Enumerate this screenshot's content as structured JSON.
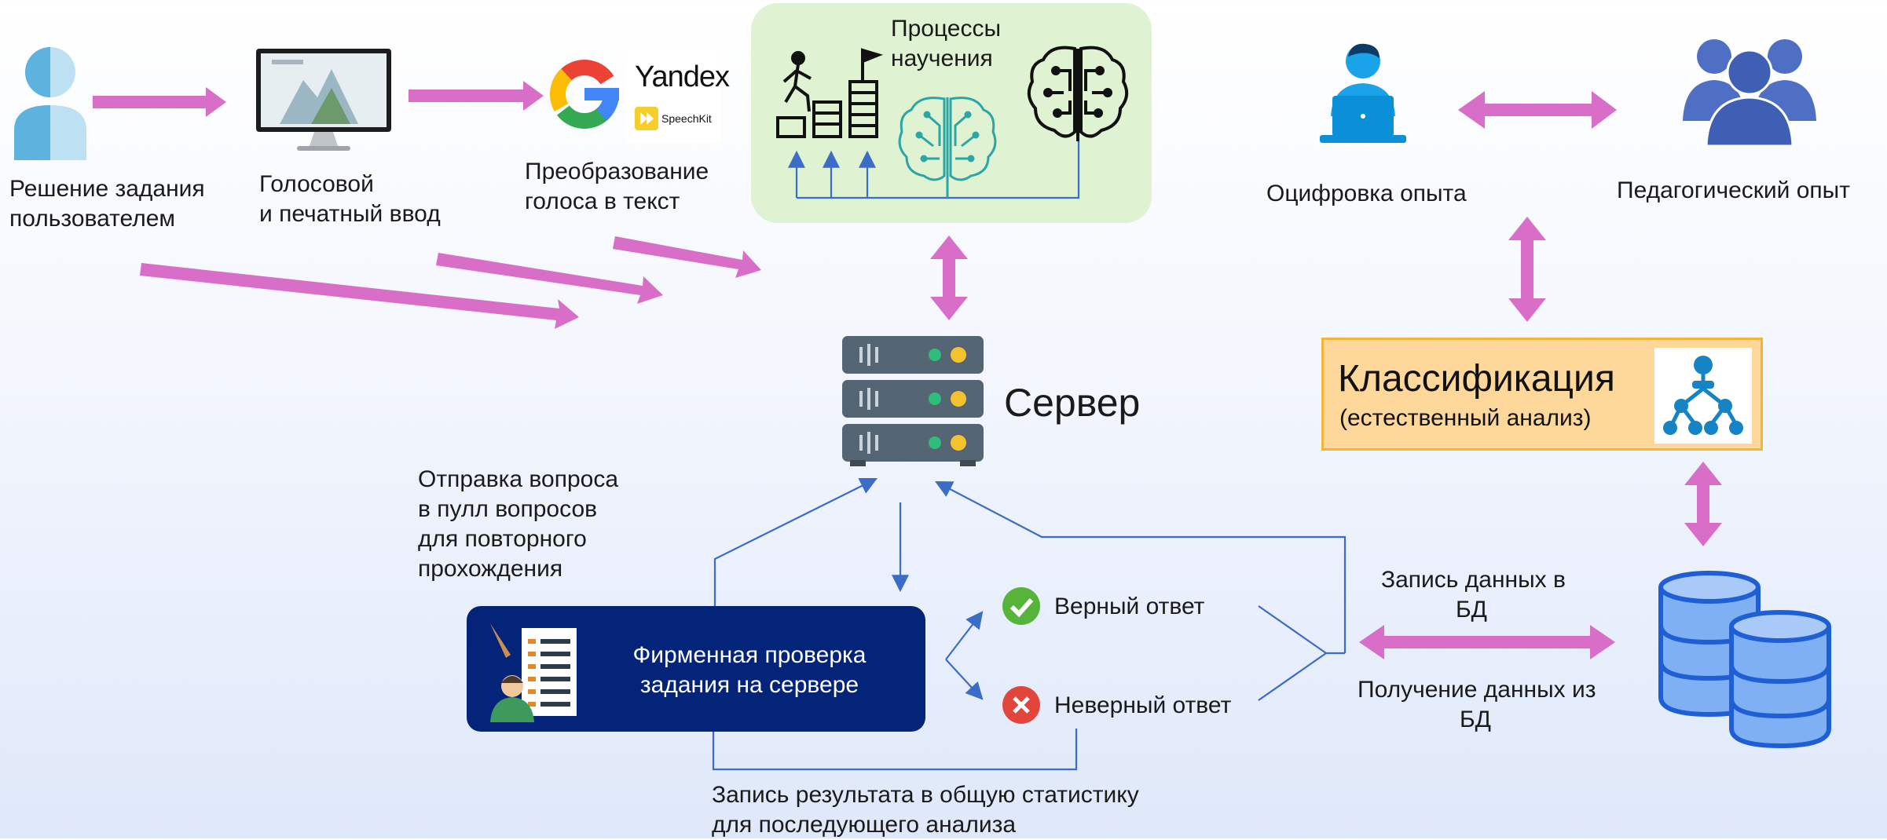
{
  "user_solution": {
    "line1": "Решение задания",
    "line2": "пользователем"
  },
  "input": {
    "line1": "Голосовой",
    "line2": "и печатный ввод"
  },
  "speech": {
    "line1": "Преобразование",
    "line2": "голоса в текст"
  },
  "logos": {
    "yandex": "Yandex",
    "speechkit": "SpeechKit"
  },
  "learning": {
    "line1": "Процессы",
    "line2": "научения"
  },
  "digitization": {
    "label": "Оцифровка опыта"
  },
  "pedagogical": {
    "label": "Педагогический опыт"
  },
  "server": {
    "label": "Сервер"
  },
  "classification": {
    "title": "Классификация",
    "subtitle": "(естественный анализ)"
  },
  "resend": {
    "line1": "Отправка вопроса",
    "line2": "в пулл вопросов",
    "line3": "для повторного",
    "line4": "прохождения"
  },
  "check": {
    "line1": "Фирменная проверка",
    "line2": "задания на сервере"
  },
  "answers": {
    "correct": "Верный ответ",
    "wrong": "Неверный ответ"
  },
  "db_write": {
    "bold": "Запись данных",
    "rest": " в",
    "line2": "БД"
  },
  "db_read": {
    "bold": "Получение данных",
    "rest": " из",
    "line2": "БД"
  },
  "stats": {
    "line1": "Запись результата в общую статистику",
    "line2": "для последующего анализа"
  },
  "colors": {
    "arrow_pink": "#d96ec8",
    "line_blue": "#3a6cc8",
    "check_box": "#04247a",
    "green_box": "#dff3d2",
    "class_box": "#fdd89a"
  }
}
